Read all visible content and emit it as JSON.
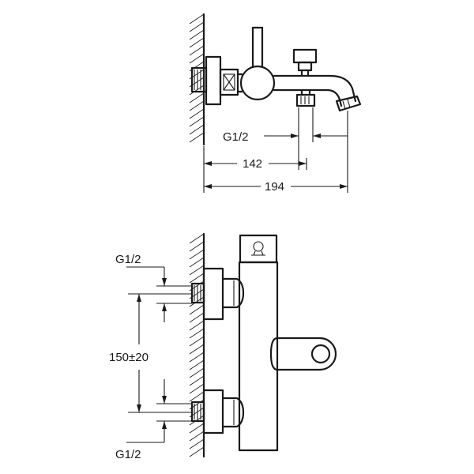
{
  "top_view": {
    "thread_label": "G1/2",
    "dim_inner": "142",
    "dim_outer": "194"
  },
  "front_view": {
    "thread_label_top": "G1/2",
    "dim_spacing": "150±20",
    "thread_label_bottom": "G1/2"
  },
  "colors": {
    "ink": "#1a1a1a",
    "background": "#ffffff"
  }
}
